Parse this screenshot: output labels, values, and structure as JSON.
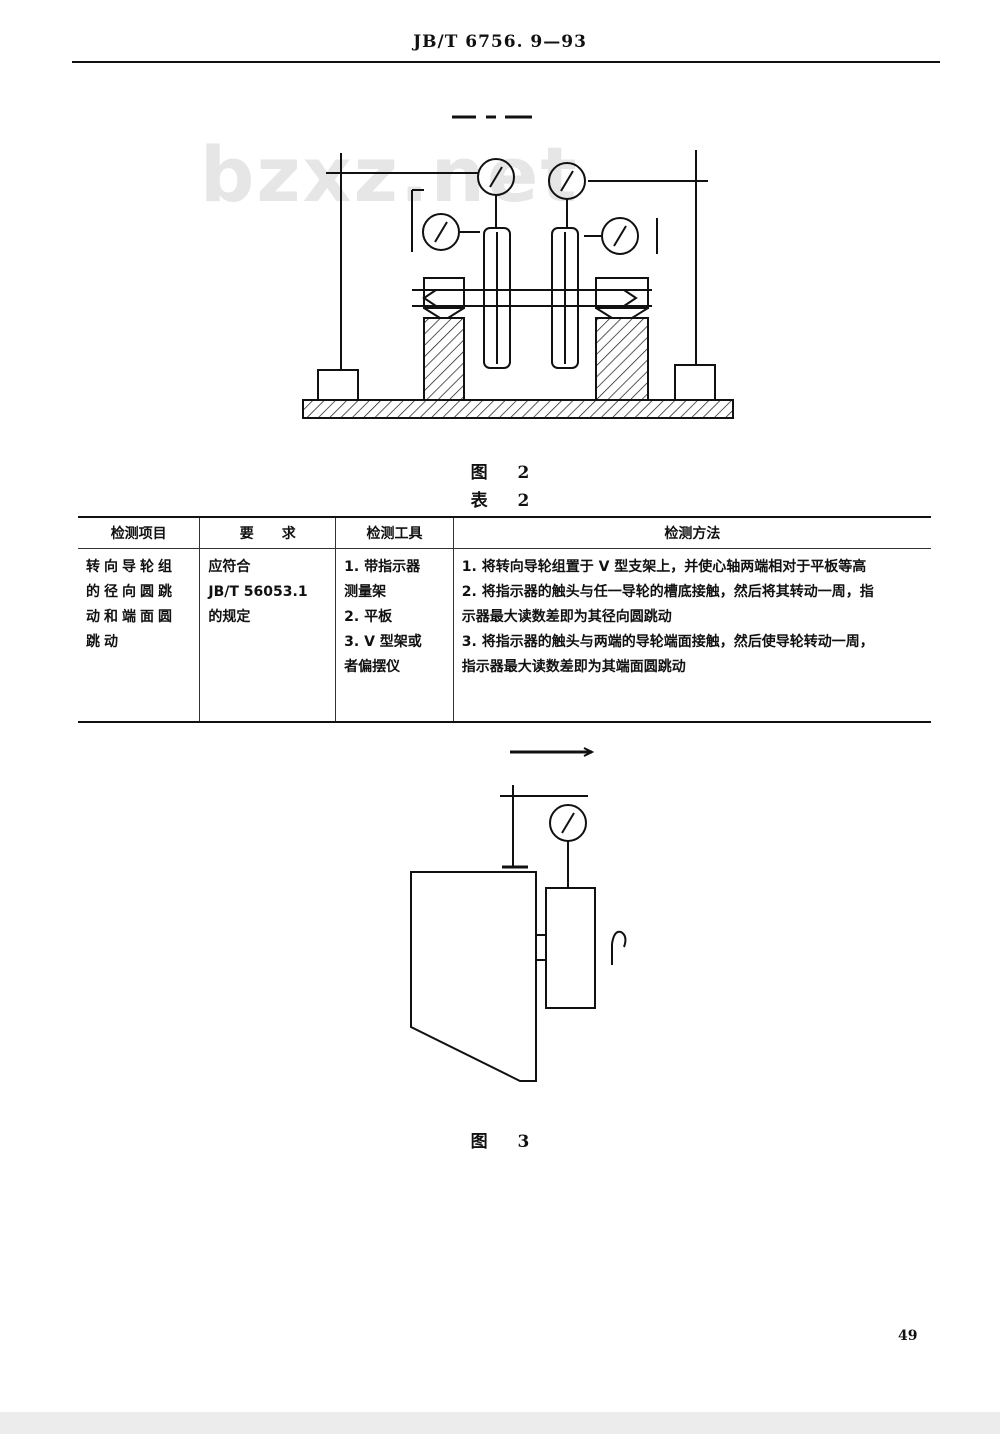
{
  "header": {
    "standard_code": "JB/T 6756. 9—93"
  },
  "watermark": "bzxz.net",
  "figure2": {
    "caption": "图 2"
  },
  "table2": {
    "caption": "表 2",
    "headers": [
      "检测项目",
      "要　　求",
      "检测工具",
      "检测方法"
    ],
    "row": {
      "item": [
        "转向导轮组",
        "的径向圆跳",
        "动和端面圆",
        "跳动"
      ],
      "requirement": [
        "应符合",
        "JB/T 56053.1",
        "的规定"
      ],
      "tools": [
        "1. 带指示器",
        "测量架",
        "2. 平板",
        "3. V 型架或",
        "者偏摆仪"
      ],
      "method": [
        "1. 将转向导轮组置于 V 型支架上，并使心轴两端相对于平板等高",
        "2. 将指示器的触头与任一导轮的槽底接触，然后将其转动一周，指",
        "示器最大读数差即为其径向圆跳动",
        "3. 将指示器的触头与两端的导轮端面接触，然后使导轮转动一周，",
        "指示器最大读数差即为其端面圆跳动"
      ]
    }
  },
  "figure3": {
    "caption": "图 3"
  },
  "footer": {
    "page_number": "49"
  }
}
